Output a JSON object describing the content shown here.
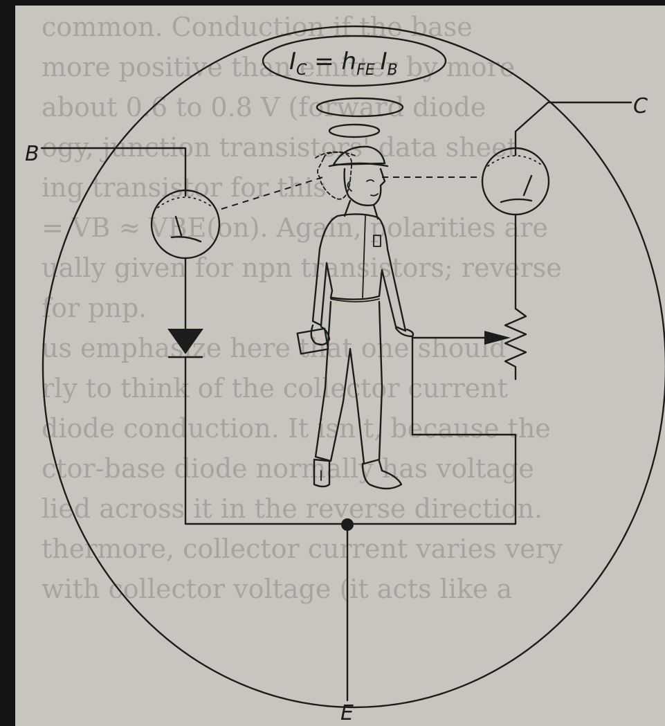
{
  "figure": {
    "formula": {
      "lhs": "I",
      "lhs_sub": "C",
      "equals": " = ",
      "gain": "h",
      "gain_sub": "FE",
      "rhs": "I",
      "rhs_sub": "B"
    },
    "terminals": {
      "base": "B",
      "collector": "C",
      "emitter": "E"
    }
  },
  "background_text": {
    "lines": [
      "common. Conduction if the base",
      "more positive than emitter by more",
      "about 0.6 to 0.8 V (forward diode",
      "ogy, junction transistors' data sheet",
      "ing transistor for this",
      "= VB ≈ VBE(on). Again, polarities are",
      "ually given for npn transistors; reverse",
      "for pnp.",
      "us emphasize here that one should",
      "rly to think of the collector current",
      "diode conduction. It isn't, because the",
      "ctor-base diode normally has voltage",
      "lied across it in the reverse direction.",
      "thermore, collector current varies very",
      "with collector voltage (it acts like a",
      ""
    ]
  },
  "colors": {
    "paper": "#c9c6c0",
    "ink": "#1c1c1c",
    "bleed_text": "#7b7873",
    "frame": "#1a1a1a"
  }
}
